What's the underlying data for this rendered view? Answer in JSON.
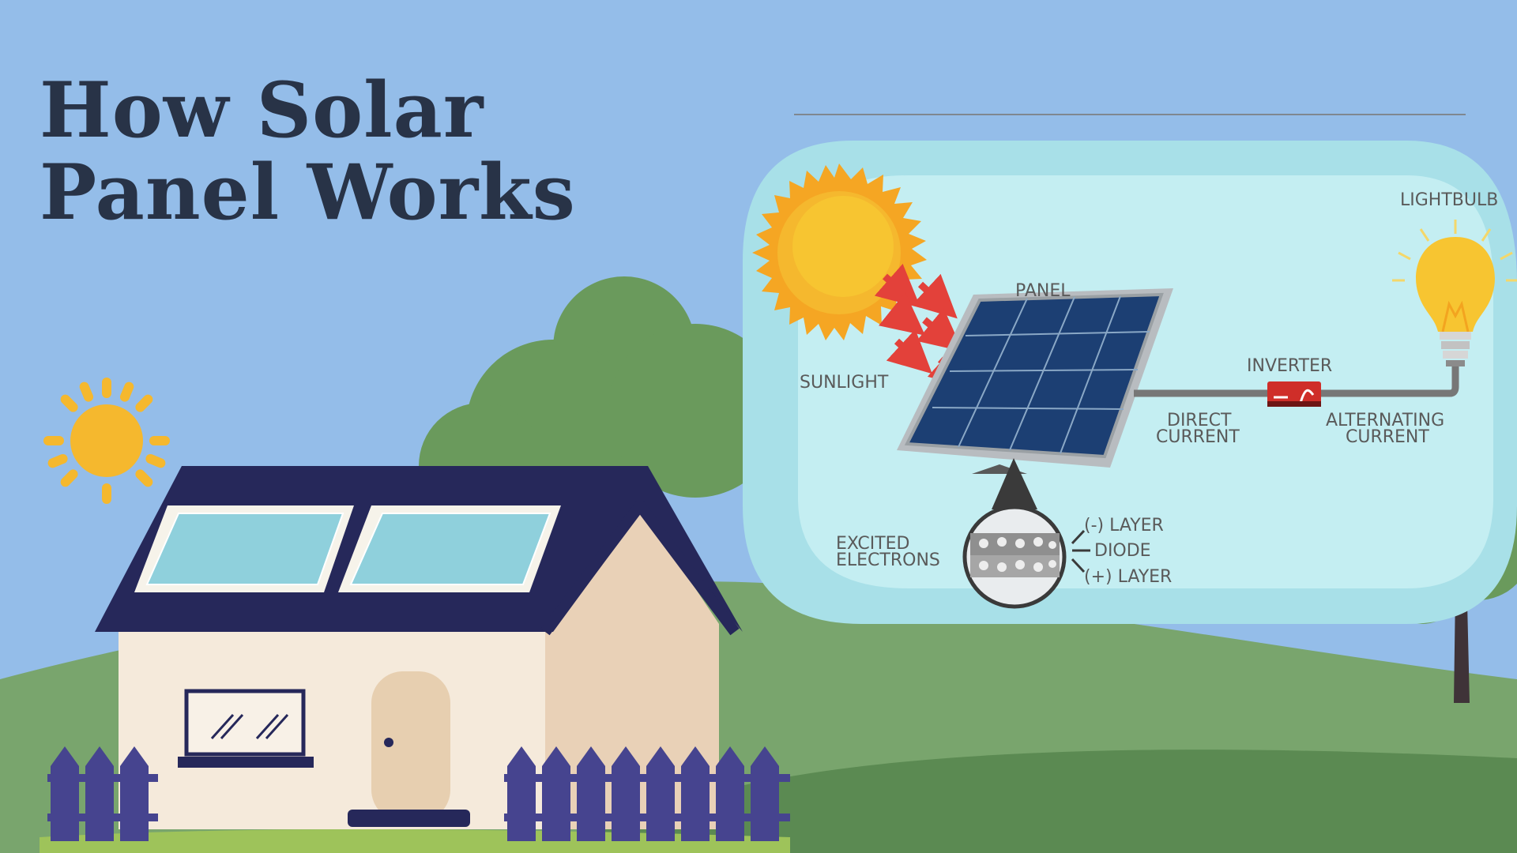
{
  "title": {
    "line1": "How Solar",
    "line2": "Panel Works"
  },
  "labels": {
    "sunlight": "SUNLIGHT",
    "panel": "PANEL",
    "inverter": "INVERTER",
    "lightbulb": "LIGHTBULB",
    "direct_current": [
      "DIRECT",
      "CURRENT"
    ],
    "alternating_current": [
      "ALTERNATING",
      "CURRENT"
    ],
    "excited_electrons": [
      "EXCITED",
      "ELECTRONS"
    ],
    "neg_layer": "(-) LAYER",
    "diode": "DIODE",
    "pos_layer": "(+) LAYER"
  },
  "colors": {
    "sky": "#94bde9",
    "title": "#283347",
    "bubble": "#c4eef2",
    "roof": "#26285a",
    "house": "#f5eadb",
    "fence": "#46448f",
    "grass": "#5b8a52",
    "sun": "#f5b82e",
    "arrow": "#e3413a"
  },
  "icons": [
    "sun-icon",
    "lightbulb-icon",
    "inverter-icon",
    "solar-panel-icon"
  ]
}
